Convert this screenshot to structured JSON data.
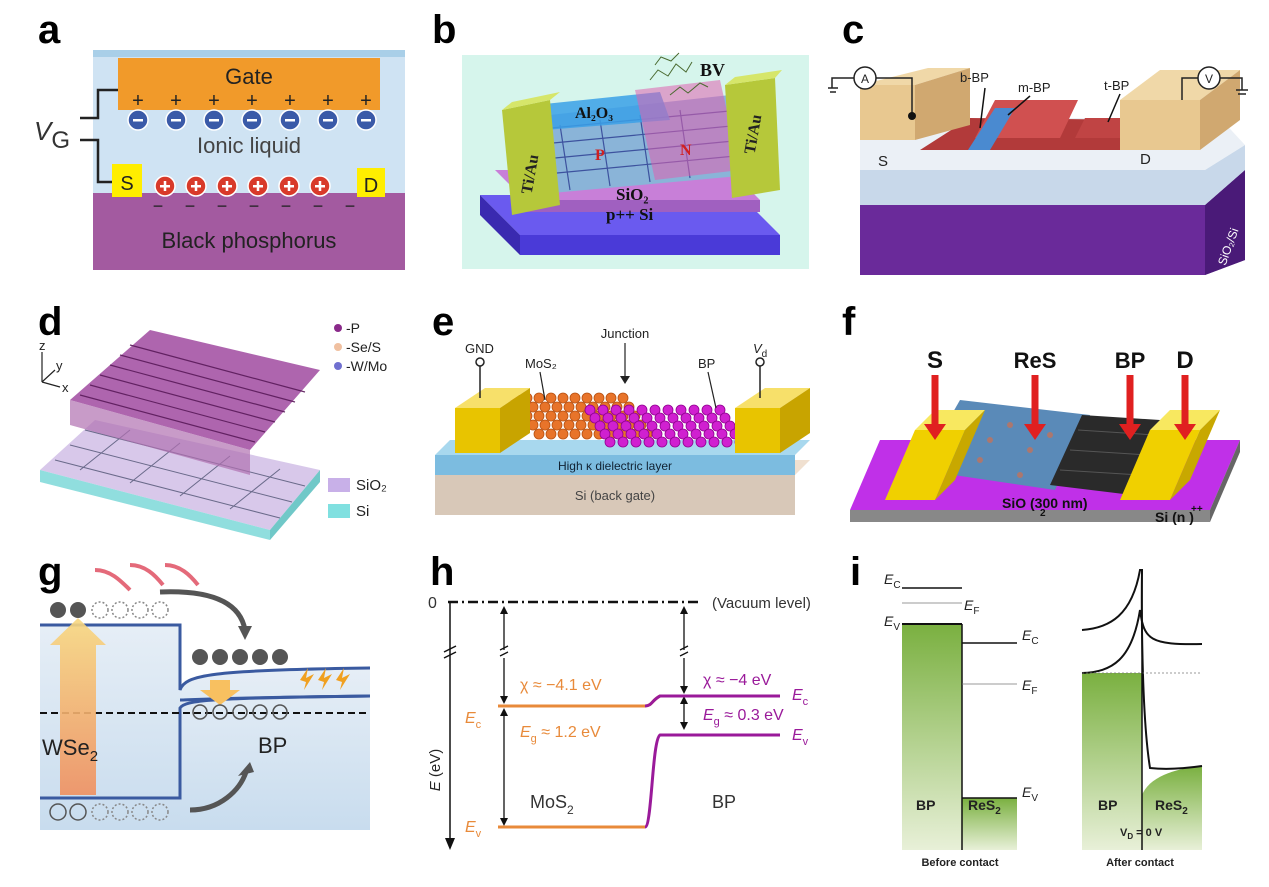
{
  "panels": {
    "a": {
      "letter": "a",
      "gate": "Gate",
      "ionic": "Ionic liquid",
      "vg_v": "V",
      "vg_sub": "G",
      "source": "S",
      "drain": "D",
      "channel": "Black phosphorus",
      "plus": "+",
      "minus": "−"
    },
    "b": {
      "letter": "b",
      "bv": "BV",
      "al2o3": "Al₂O₃",
      "tiau": "Ti/Au",
      "p": "P",
      "n": "N",
      "sio2": "SiO₂",
      "si": "p++ Si"
    },
    "c": {
      "letter": "c",
      "ammeter": "A",
      "voltmeter": "V",
      "bbp": "b-BP",
      "mbp": "m-BP",
      "tbp": "t-BP",
      "source": "S",
      "drain": "D",
      "substrate": "SiO₂/Si"
    },
    "d": {
      "letter": "d",
      "axis_z": "z",
      "axis_y": "y",
      "axis_x": "x",
      "legend": [
        "-P",
        "-Se/S",
        "-W/Mo"
      ],
      "sio2": "SiO₂",
      "si": "Si"
    },
    "e": {
      "letter": "e",
      "gnd": "GND",
      "junction": "Junction",
      "mos2": "MoS₂",
      "bp": "BP",
      "vd_v": "V",
      "vd_sub": "d",
      "dielectric": "High κ dielectric layer",
      "backgate": "Si (back gate)"
    },
    "f": {
      "letter": "f",
      "s": "S",
      "res": "ReS",
      "bp": "BP",
      "d": "D",
      "sio2": "SiO  (300 nm)",
      "sio2_sub": "2",
      "si": "Si (n  )",
      "si_sup": "++"
    },
    "g": {
      "letter": "g",
      "wse2": "WSe",
      "wse2_sub": "2",
      "bp": "BP"
    },
    "h": {
      "letter": "h",
      "zero": "0",
      "vacuum": "(Vacuum level)",
      "chi_mos2": "χ ≈ −4.1 eV",
      "eg_mos2": "E  ≈ 1.2 eV",
      "chi_bp": "χ ≈ −4 eV",
      "eg_bp": "E  ≈ 0.3 eV",
      "ec": "E",
      "ec_sub": "c",
      "ev": "E",
      "ev_sub": "v",
      "g_sub": "g",
      "ylabel": "E (eV)",
      "mos2": "MoS",
      "mos2_sub": "2",
      "bp": "BP"
    },
    "i": {
      "letter": "i",
      "ec": "E",
      "ec_sub": "C",
      "ef": "E",
      "ef_sub": "F",
      "ev": "E",
      "ev_sub": "V",
      "bp": "BP",
      "res2": "ReS",
      "res2_sub": "2",
      "vd": "V",
      "vd_sub": "D",
      "vd_val": " = 0 V",
      "before": "Before contact",
      "after": "After contact"
    }
  },
  "colors": {
    "gate_orange": "#f19a2a",
    "ionic_blue": "#c7ddf0",
    "bp_purple": "#a35aa0",
    "contact_yellow": "#ffee00",
    "mos2_orange": "#e8874a",
    "bp_magenta": "#8b1a8b",
    "band_green": "#8fbe5a"
  }
}
